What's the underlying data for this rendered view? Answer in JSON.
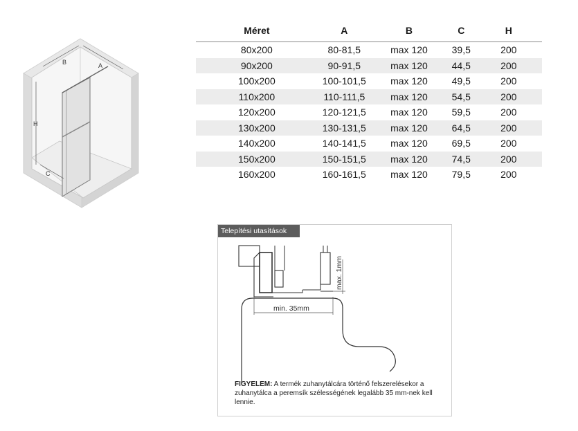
{
  "illustration": {
    "labels": {
      "a": "A",
      "b": "B",
      "c": "C",
      "h": "H"
    }
  },
  "table": {
    "headers": [
      "Méret",
      "A",
      "B",
      "C",
      "H"
    ],
    "rows": [
      [
        "80x200",
        "80-81,5",
        "max 120",
        "39,5",
        "200"
      ],
      [
        "90x200",
        "90-91,5",
        "max 120",
        "44,5",
        "200"
      ],
      [
        "100x200",
        "100-101,5",
        "max 120",
        "49,5",
        "200"
      ],
      [
        "110x200",
        "110-111,5",
        "max 120",
        "54,5",
        "200"
      ],
      [
        "120x200",
        "120-121,5",
        "max 120",
        "59,5",
        "200"
      ],
      [
        "130x200",
        "130-131,5",
        "max 120",
        "64,5",
        "200"
      ],
      [
        "140x200",
        "140-141,5",
        "max 120",
        "69,5",
        "200"
      ],
      [
        "150x200",
        "150-151,5",
        "max 120",
        "74,5",
        "200"
      ],
      [
        "160x200",
        "160-161,5",
        "max 120",
        "79,5",
        "200"
      ]
    ]
  },
  "install": {
    "tab": "Telepítési utasítások",
    "min_label": "min. 35mm",
    "max_label": "max. 1mm",
    "note_bold": "FIGYELEM:",
    "note_text": " A termék zuhanytálcára történő felszerelésekor a zuhanytálca a peremsík szélességének legalább 35 mm-nek kell lennie."
  }
}
